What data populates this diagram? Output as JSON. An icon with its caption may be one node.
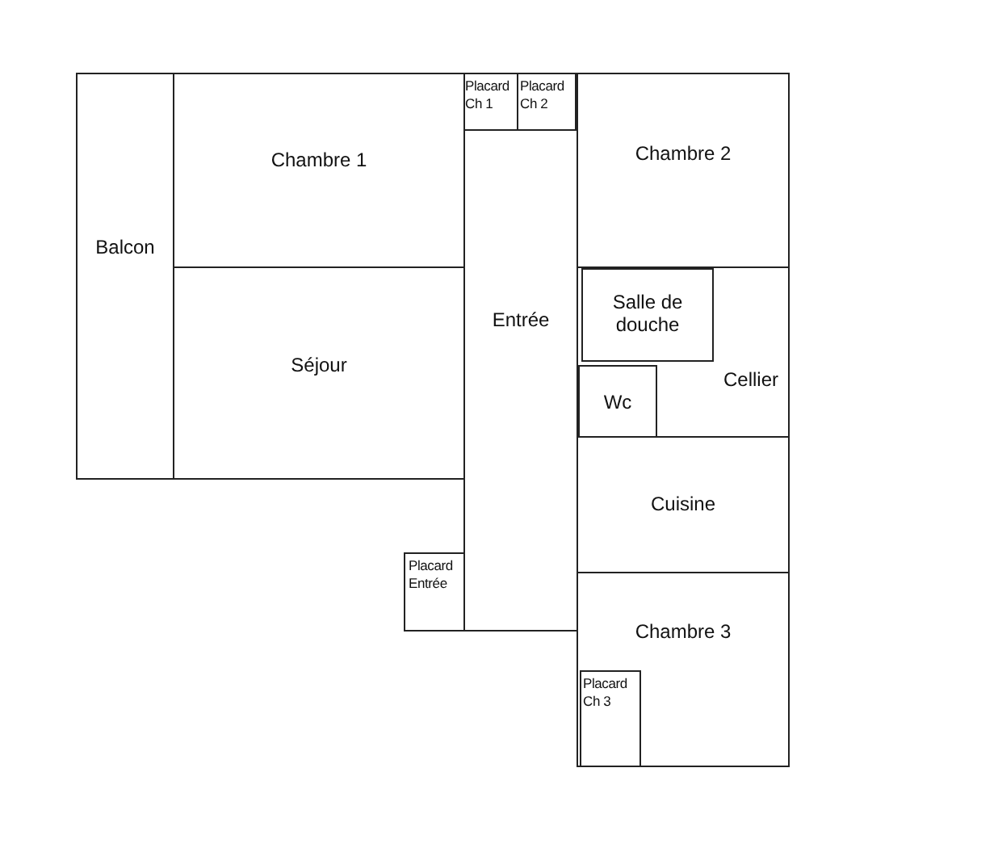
{
  "diagram": {
    "nodes": [
      {
        "text": [
          "Placard Ch 1"
        ]
      },
      {
        "text": [
          "Placard Ch 2"
        ]
      },
      {
        "text": [
          "Balcon"
        ]
      },
      {
        "text": [
          "Chambre 1"
        ]
      },
      {
        "text": [
          "Chambre 2"
        ]
      },
      {
        "text": [
          "Entrée"
        ]
      },
      {
        "text": [
          "Séjour"
        ]
      },
      {
        "text": [
          "Cellier"
        ]
      },
      {
        "text": [
          "Salle de douche"
        ],
        "in": 7
      },
      {
        "text": [
          "Wc"
        ],
        "in": 7
      },
      {
        "text": [
          "Cuisine"
        ]
      },
      {
        "text": [
          "Placard Entrée"
        ]
      },
      {
        "text": [
          "Chambre 3"
        ]
      },
      {
        "text": [
          "Placard Ch 3"
        ],
        "in": 12
      }
    ],
    "edges": []
  }
}
